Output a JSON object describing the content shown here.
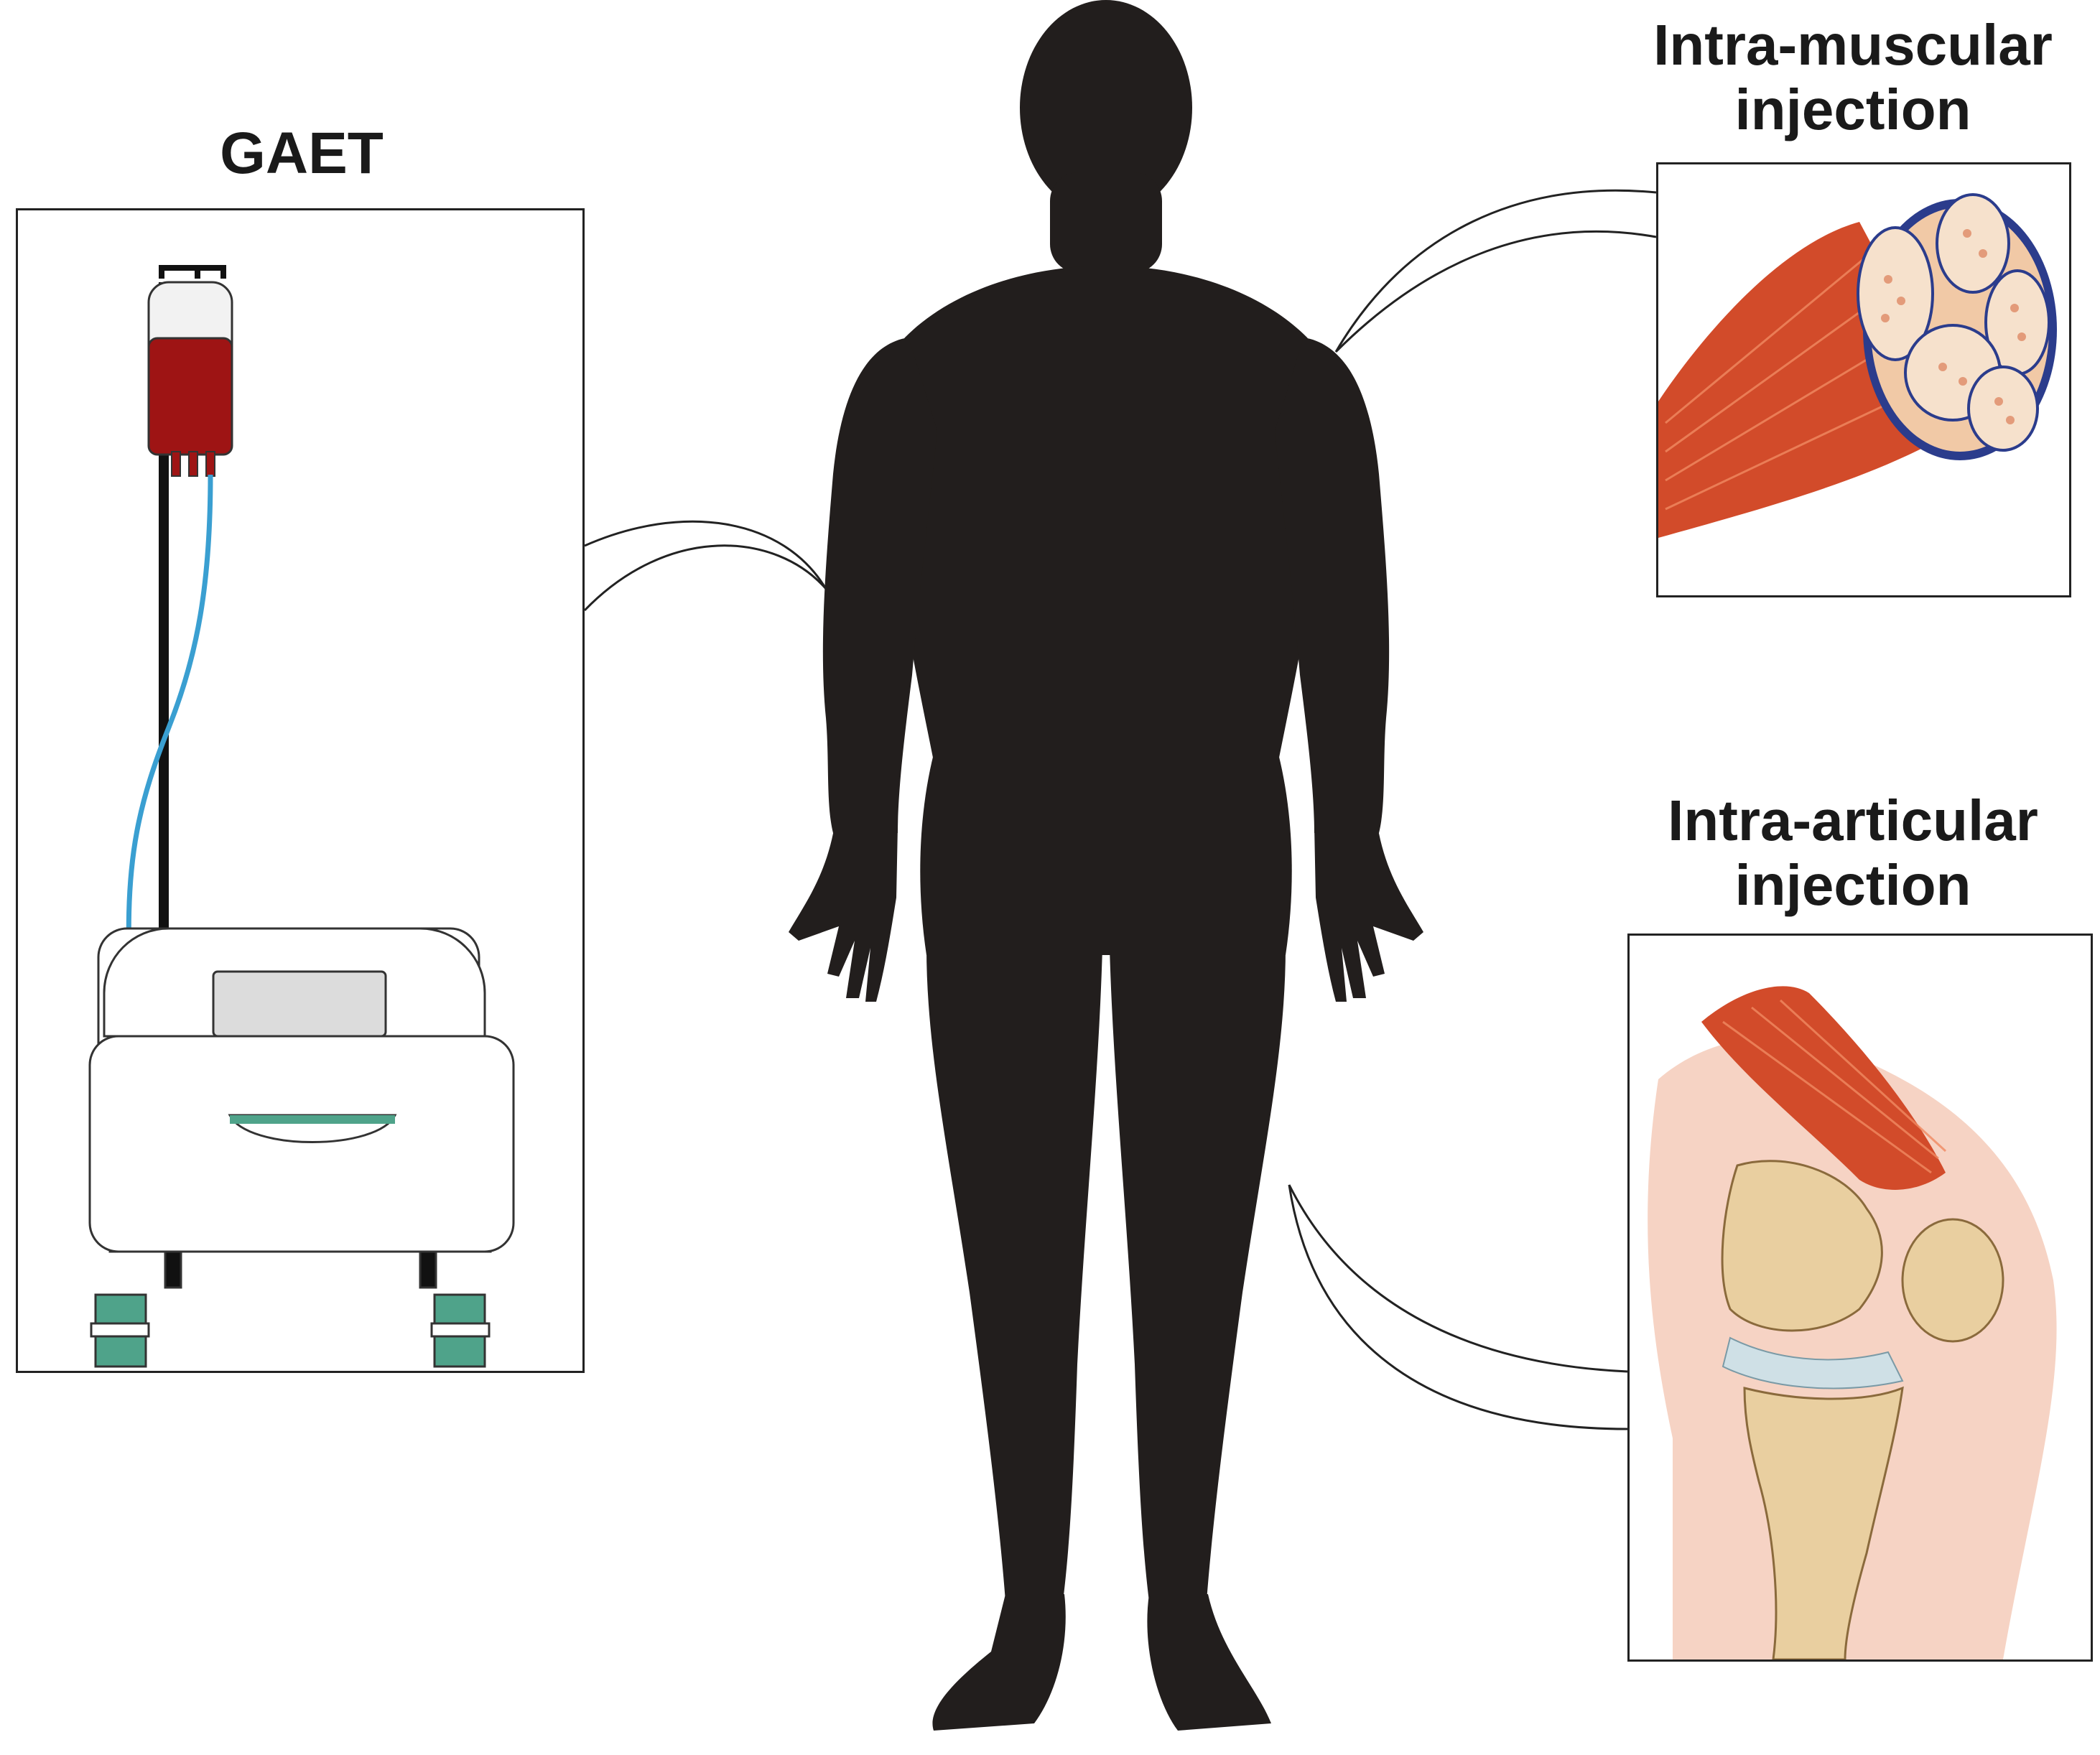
{
  "labels": {
    "gaet": "GAET",
    "intramuscular_line1": "Intra-muscular",
    "intramuscular_line2": "injection",
    "intraarticular_line1": "Intra-articular",
    "intraarticular_line2": "injection"
  },
  "colors": {
    "silhouette": "#221e1d",
    "blood": "#9e1414",
    "tubing": "#3a9fd1",
    "device_accent": "#4fa38a",
    "wheel": "#6f6f6f",
    "muscle": "#d24b2a",
    "fascicle": "#f1c9a6",
    "fascia_blue": "#2b3c8c",
    "skin": "#f6d3c4",
    "bone": "#e9cfa0",
    "cartilage": "#cfe0e6"
  }
}
